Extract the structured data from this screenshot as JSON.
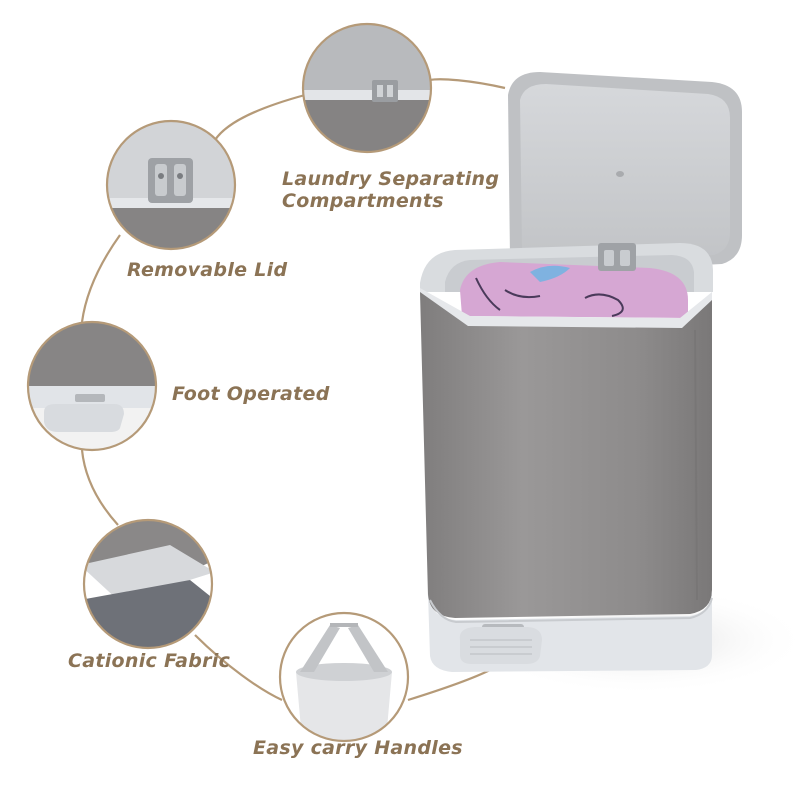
{
  "features": {
    "laundry_separating": {
      "line1": "Laundry Separating",
      "line2": "Compartments",
      "icon": "hinge-detail"
    },
    "removable_lid": {
      "label": "Removable Lid",
      "icon": "lid-hinge-detail"
    },
    "foot_operated": {
      "label": "Foot Operated",
      "icon": "foot-pedal-detail"
    },
    "cationic_fabric": {
      "label": "Cationic Fabric",
      "icon": "fabric-layers-detail"
    },
    "carry_handles": {
      "label": "Easy carry Handles",
      "icon": "carry-bag-detail"
    }
  },
  "colors": {
    "label_text": "#8b7355",
    "connector_line": "#b59a78",
    "hamper_fabric": "#8e8c8c",
    "hamper_plastic": "#e3e6ea",
    "towel": "#d8a8d6"
  }
}
